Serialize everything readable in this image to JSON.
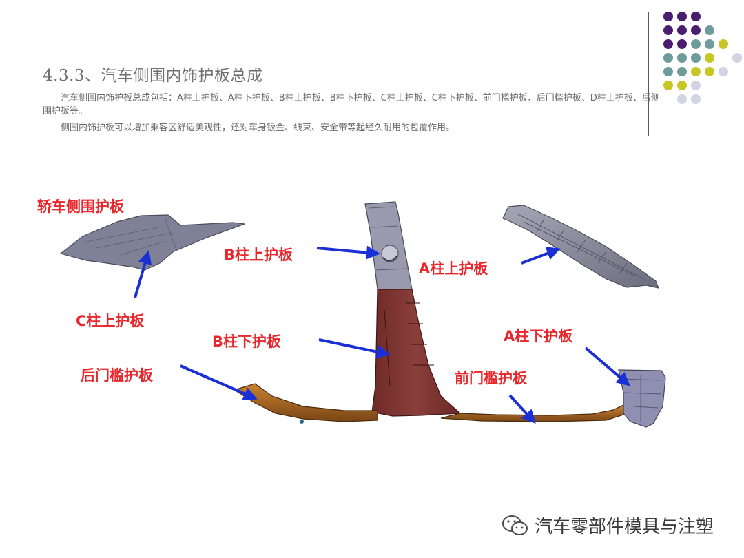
{
  "slide": {
    "title": "4.3.3、汽车侧围内饰护板总成",
    "paragraph1": "汽车侧围内饰护板总成包括：A柱上护板、A柱下护板、B柱上护板、B柱下护板、C柱上护板、C柱下护板、前门槛护板、后门槛护板、D柱上护板、后侧围护板等。",
    "paragraph2": "侧围内饰护板可以增加乘客区舒适美观性，还对车身钣金、线束、安全带等起经久耐用的包覆作用。"
  },
  "labels": {
    "sedan_side_panel": "轿车侧围护板",
    "c_pillar_upper": "C柱上护板",
    "b_pillar_upper": "B柱上护板",
    "a_pillar_upper": "A柱上护板",
    "b_pillar_lower": "B柱下护板",
    "a_pillar_lower": "A柱下护板",
    "rear_sill": "后门槛护板",
    "front_sill": "前门槛护板"
  },
  "watermark": {
    "text": "汽车零部件模具与注塑",
    "icon": "wechat-icon"
  },
  "colors": {
    "label_red": "#e8262b",
    "arrow_blue": "#1a2fd6",
    "dot_purple": "#4a1e6e",
    "dot_teal": "#6e9c9a",
    "dot_yellow": "#c6c625",
    "dot_lavender": "#d4d3e6"
  }
}
